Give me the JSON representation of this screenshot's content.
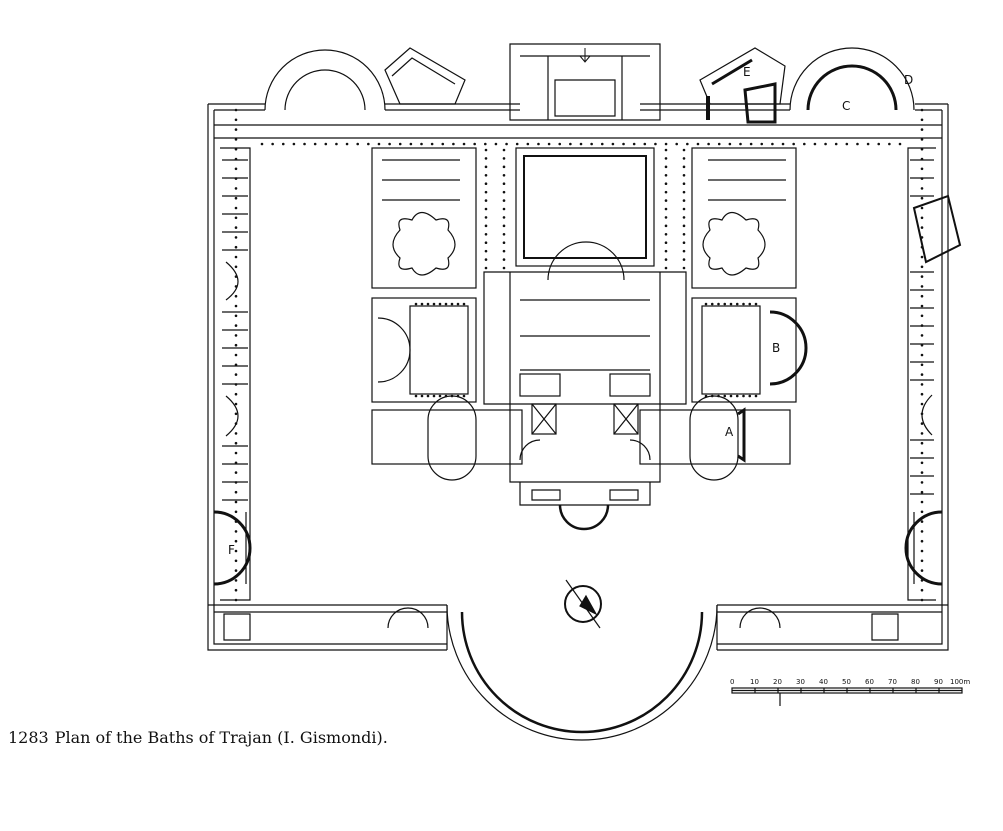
{
  "figure": {
    "caption_number": "1283",
    "caption_text": "Plan of the Baths of Trajan (I. Gismondi).",
    "ink_color": "#111111",
    "paper_color": "#ffffff"
  },
  "labels": {
    "a": "A",
    "b": "B",
    "c": "C",
    "d": "D",
    "e": "E",
    "f": "F"
  },
  "scale_bar": {
    "ticks": [
      "0",
      "10",
      "20",
      "30",
      "40",
      "50",
      "60",
      "70",
      "80",
      "90",
      "100m"
    ]
  },
  "icons": {
    "compass": "north-arrow-icon",
    "entrance": "entrance-arrow-icon"
  }
}
